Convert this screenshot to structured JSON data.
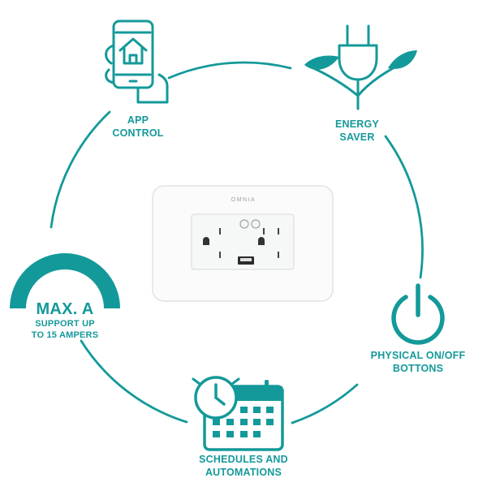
{
  "accent_color": "#14999a",
  "device": {
    "brand": "OMNIA",
    "icons": [
      "power-outlet-icon",
      "usb-port-icon"
    ]
  },
  "features": {
    "app_control": {
      "line1": "APP",
      "line2": "CONTROL",
      "icon": "smartphone-home-icon"
    },
    "energy_saver": {
      "line1": "ENERGY",
      "line2": "SAVER",
      "icon": "plug-leaves-icon"
    },
    "power_buttons": {
      "line1": "PHYSICAL ON/OFF",
      "line2": "BOTTONS",
      "icon": "power-icon"
    },
    "schedules": {
      "line1": "SCHEDULES AND",
      "line2": "AUTOMATIONS",
      "icon": "clock-calendar-icon"
    },
    "max_amp": {
      "title": "MAX. A",
      "line1": "SUPPORT UP",
      "line2": "TO 15 AMPERS",
      "icon": "gauge-icon"
    }
  }
}
